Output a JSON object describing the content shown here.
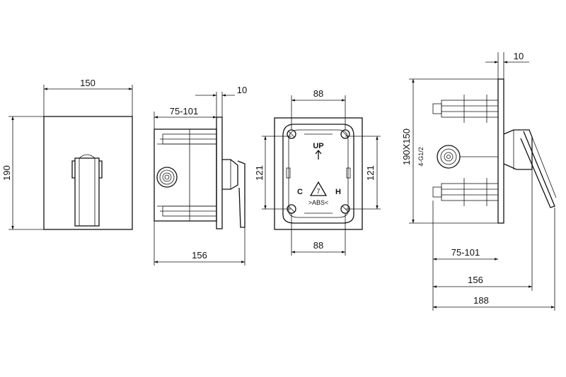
{
  "front_view": {
    "width_label": "150",
    "height_label": "190"
  },
  "side_view": {
    "plate_label": "10",
    "depth_label": "75-101",
    "total_label": "156"
  },
  "back_view": {
    "top_width_label": "88",
    "bottom_width_label": "88",
    "left_height_label": "121",
    "right_height_label": "121",
    "up_label": "UP",
    "cold_label": "C",
    "hot_label": "H",
    "recycle_number": "7",
    "material_label": ">ABS<"
  },
  "section_view": {
    "plate_label": "10",
    "size_label": "190X150",
    "thread_label": "4-G1/2",
    "depth_label": "75-101",
    "body_label": "156",
    "total_label": "188"
  }
}
